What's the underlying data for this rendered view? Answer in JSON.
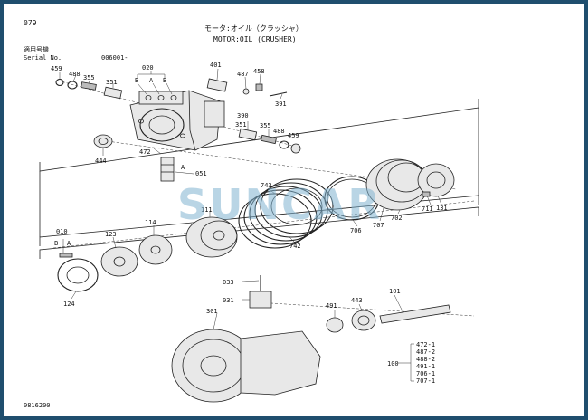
{
  "page_number": "079",
  "title_jp": "モータ:オイル（クラッシャ）",
  "title_en": "MOTOR:OIL (CRUSHER)",
  "serial_label_jp": "適用号機",
  "serial_label_en": "Serial No.",
  "serial_value": "006001-",
  "drawing_code": "0816200",
  "watermark": "SUNCAR",
  "callouts": {
    "c459a": "459",
    "c488a": "488",
    "c355a": "355",
    "c351a": "351",
    "c020": "020",
    "cB1": "B",
    "cA1": "A",
    "cB2": "B",
    "c401": "401",
    "c487": "487",
    "c458": "458",
    "c391": "391",
    "c390": "390",
    "c351b": "351",
    "c355b": "355",
    "c488b": "488",
    "c459b": "459",
    "c444": "444",
    "c472": "472",
    "cA2": "A",
    "c051": "051",
    "c743": "743",
    "c711": "711",
    "c131": "131",
    "c706": "706",
    "c707": "707",
    "c702": "702",
    "c742": "742",
    "c114": "114",
    "c111": "111",
    "c010": "010",
    "cB3": "B",
    "cA3": "A",
    "c123": "123",
    "c124": "124",
    "c033": "033",
    "c031": "031",
    "c301": "301",
    "c491": "491",
    "c443": "443",
    "c101": "101",
    "c100": "100"
  },
  "kit_list": [
    "472-1",
    "487-2",
    "488-2",
    "491-1",
    "706-1",
    "707-1"
  ]
}
